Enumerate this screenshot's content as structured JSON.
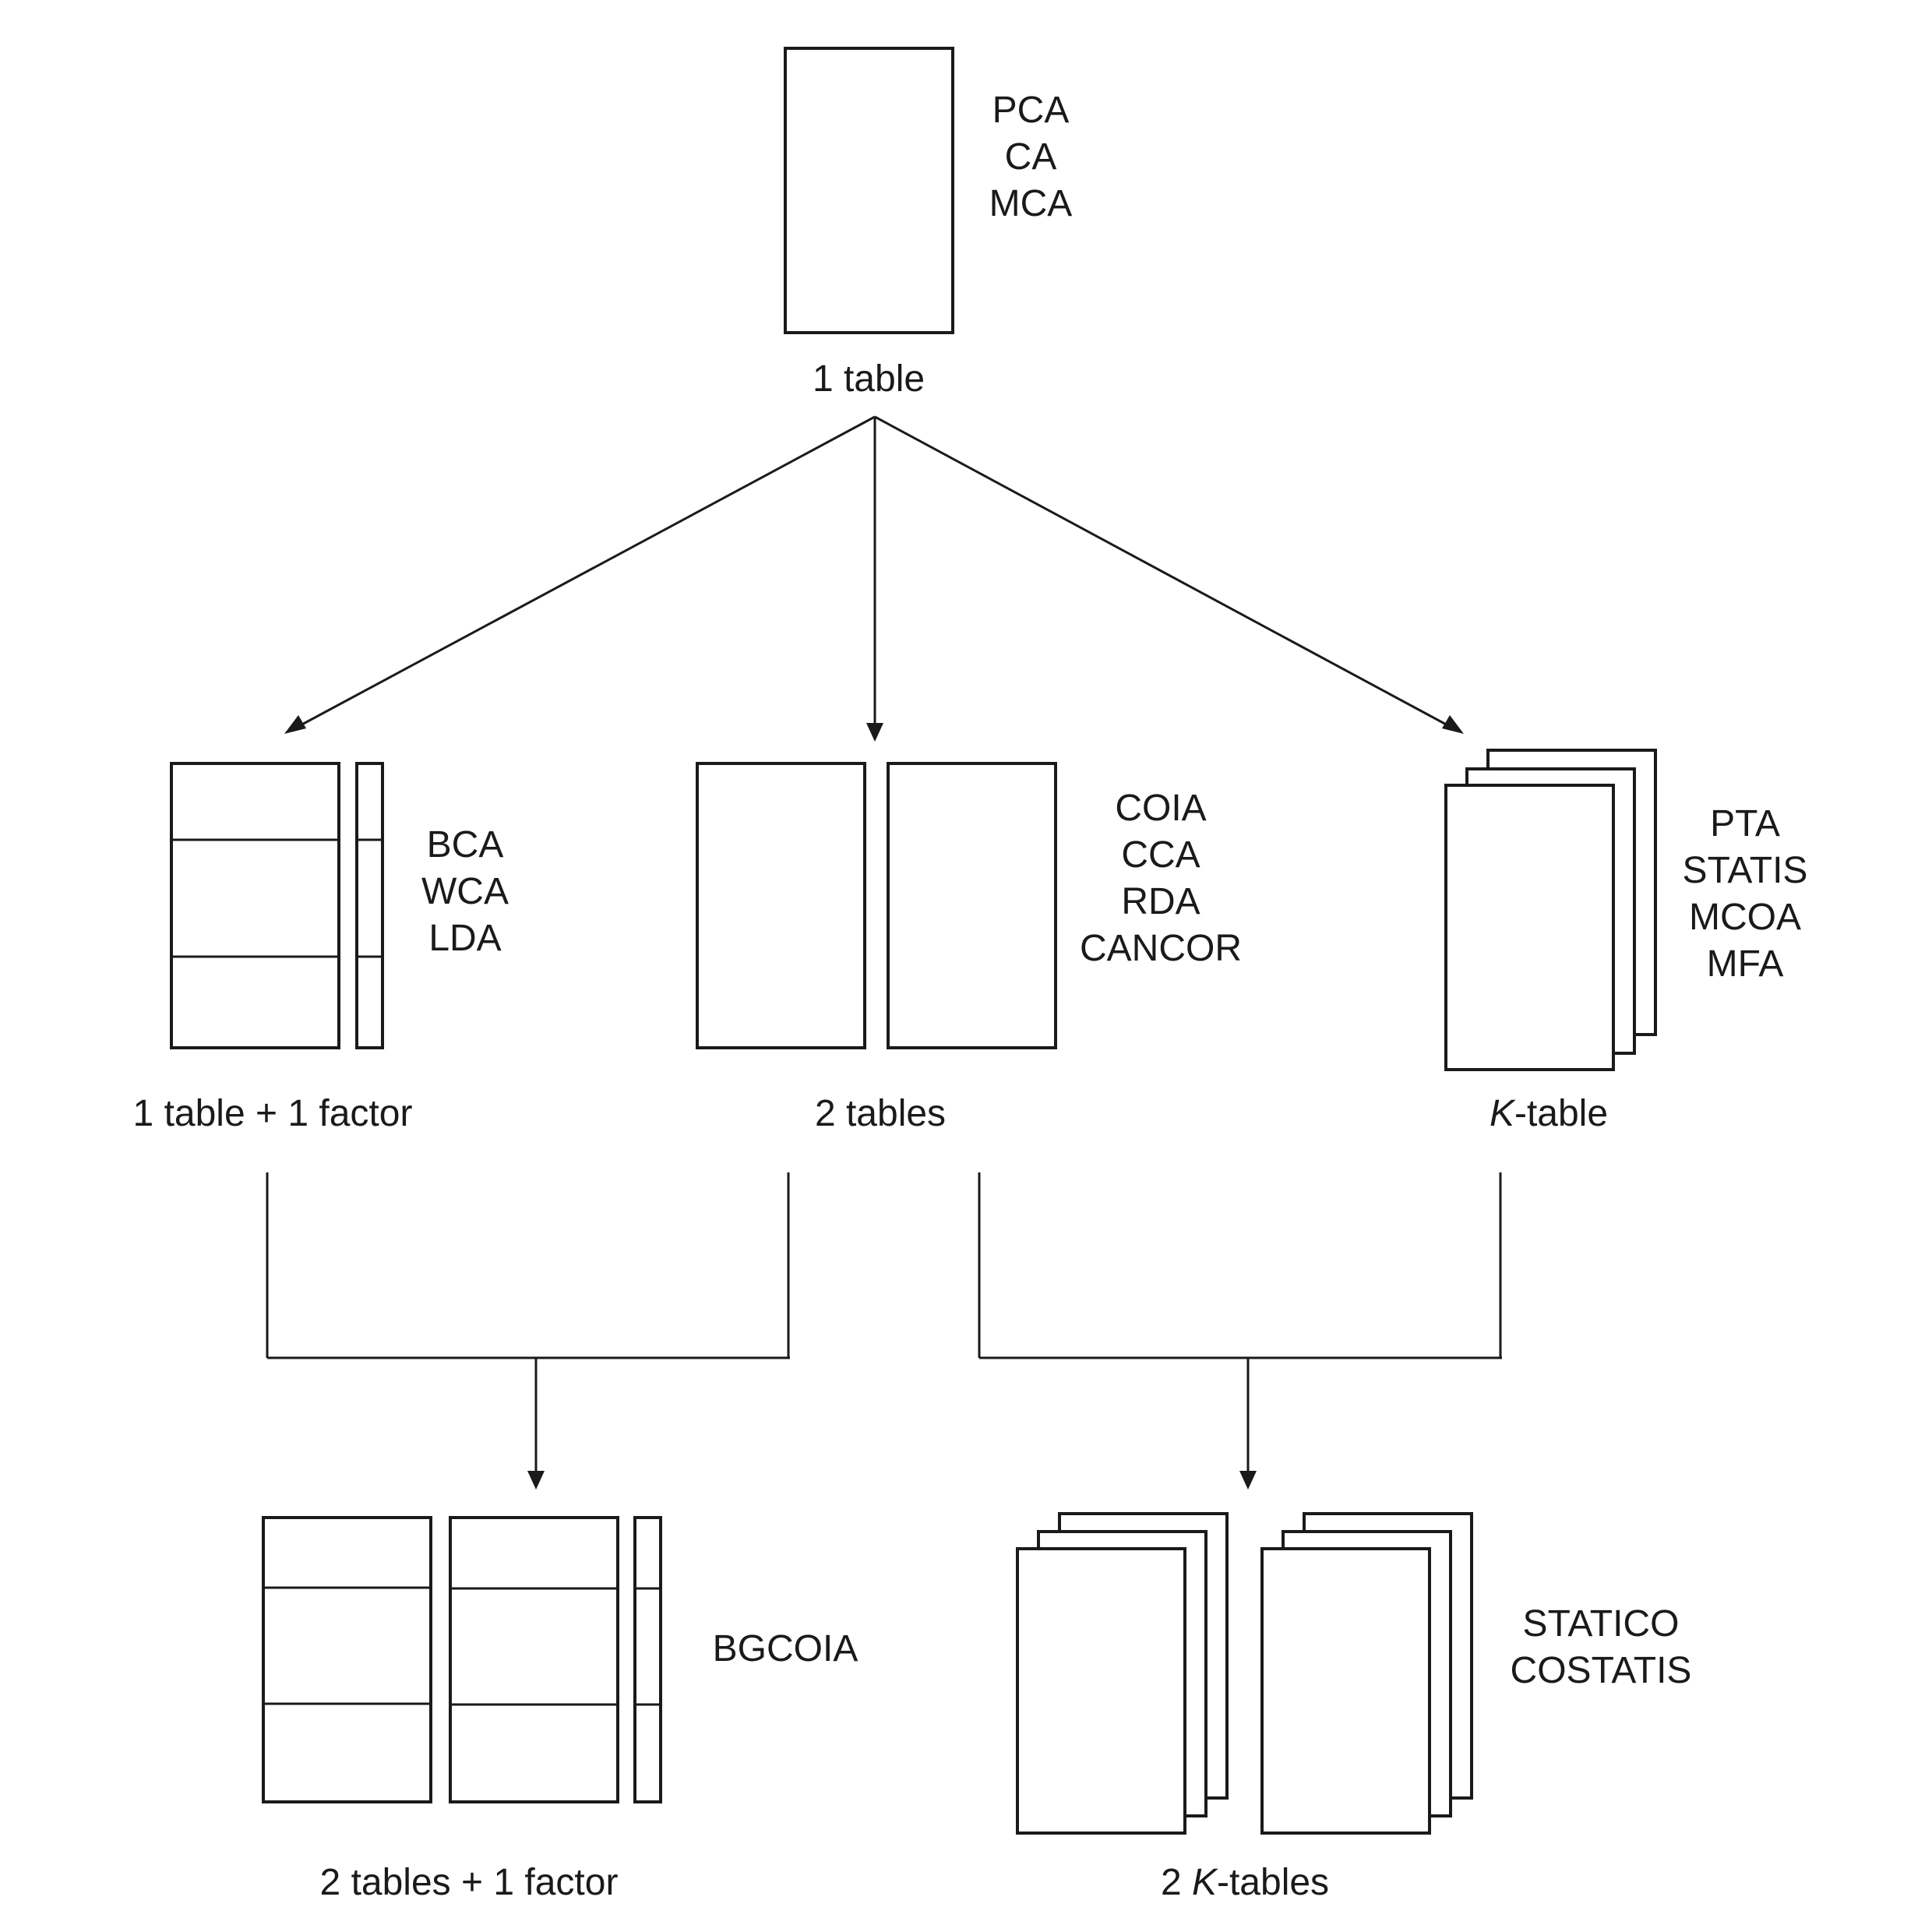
{
  "nodes": {
    "one_table": {
      "caption": "1 table",
      "methods": [
        "PCA",
        "CA",
        "MCA"
      ]
    },
    "table_factor": {
      "caption": "1 table + 1 factor",
      "methods": [
        "BCA",
        "WCA",
        "LDA"
      ]
    },
    "two_tables": {
      "caption": "2 tables",
      "methods": [
        "COIA",
        "CCA",
        "RDA",
        "CANCOR"
      ]
    },
    "k_table": {
      "caption_var": "K",
      "caption_rest": "-table",
      "methods": [
        "PTA",
        "STATIS",
        "MCOA",
        "MFA"
      ]
    },
    "two_tables_factor": {
      "caption": "2 tables + 1 factor",
      "methods": [
        "BGCOIA"
      ]
    },
    "two_k_tables": {
      "caption_prefix": "2 ",
      "caption_var": "K",
      "caption_rest": "-tables",
      "methods": [
        "STATICO",
        "COSTATIS"
      ]
    }
  }
}
